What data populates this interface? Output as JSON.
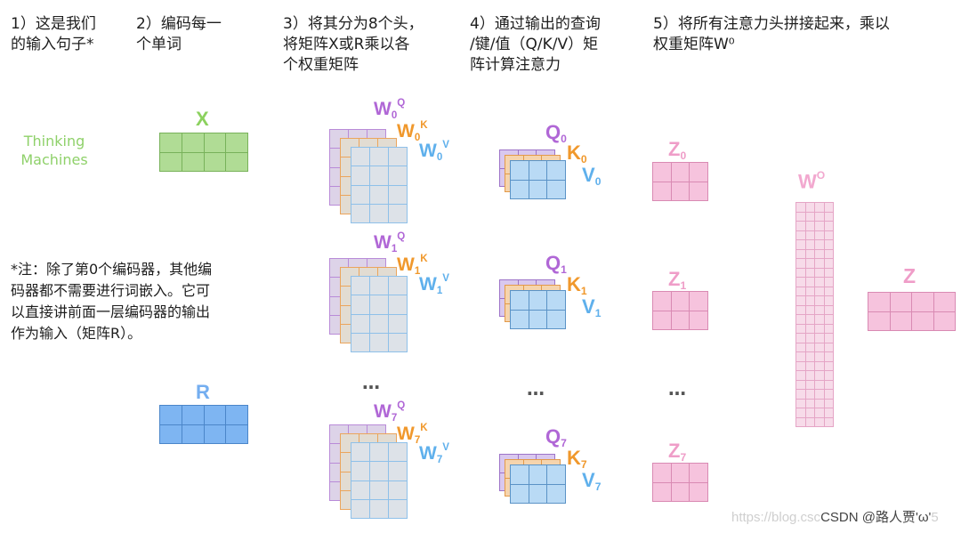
{
  "headers": [
    {
      "lines": [
        "1）这是我们",
        "的输入句子*"
      ]
    },
    {
      "lines": [
        "2）编码每一",
        "个单词"
      ]
    },
    {
      "lines": [
        "3）将其分为8个头，",
        "将矩阵X或R乘以各",
        "个权重矩阵"
      ]
    },
    {
      "lines": [
        "4）通过输出的查询",
        "/键/值（Q/K/V）矩",
        "阵计算注意力"
      ]
    },
    {
      "lines": [
        "5）将所有注意力头拼接起来，乘以",
        "权重矩阵W⁰"
      ]
    }
  ],
  "input": {
    "lines": [
      "Thinking",
      "Machines"
    ]
  },
  "x_label": "X",
  "r_label": "R",
  "note": {
    "lines": [
      "*注：除了第0个编码器，其他编",
      "码器都不需要进行词嵌入。它可",
      "以直接讲前面一层编码器的输出",
      "作为输入（矩阵R）。"
    ]
  },
  "dots": "…",
  "weight_heads": [
    {
      "w": "W",
      "idx": "0",
      "q": "Q",
      "k": "K",
      "v": "V"
    },
    {
      "w": "W",
      "idx": "1",
      "q": "Q",
      "k": "K",
      "v": "V"
    },
    {
      "w": "W",
      "idx": "7",
      "q": "Q",
      "k": "K",
      "v": "V"
    }
  ],
  "qkv_heads": [
    {
      "q": "Q",
      "k": "K",
      "v": "V",
      "idx": "0"
    },
    {
      "q": "Q",
      "k": "K",
      "v": "V",
      "idx": "1"
    },
    {
      "q": "Q",
      "k": "K",
      "v": "V",
      "idx": "7"
    }
  ],
  "z_heads": [
    {
      "z": "Z",
      "idx": "0"
    },
    {
      "z": "Z",
      "idx": "1"
    },
    {
      "z": "Z",
      "idx": "7"
    }
  ],
  "wo": {
    "w": "W",
    "sup": "O"
  },
  "z_out": "Z",
  "watermark": {
    "faded": "https://blog.csc",
    "main": "CSDN @路人贾'ω'",
    "tail": "5"
  },
  "colors": {
    "green": "#8cd15f",
    "blue": "#74aef0",
    "purple": "#b067d6",
    "orange": "#f0982c",
    "lightblue": "#5fb0ec",
    "pink": "#ef9dc8",
    "grey": "#d9d9d9"
  }
}
